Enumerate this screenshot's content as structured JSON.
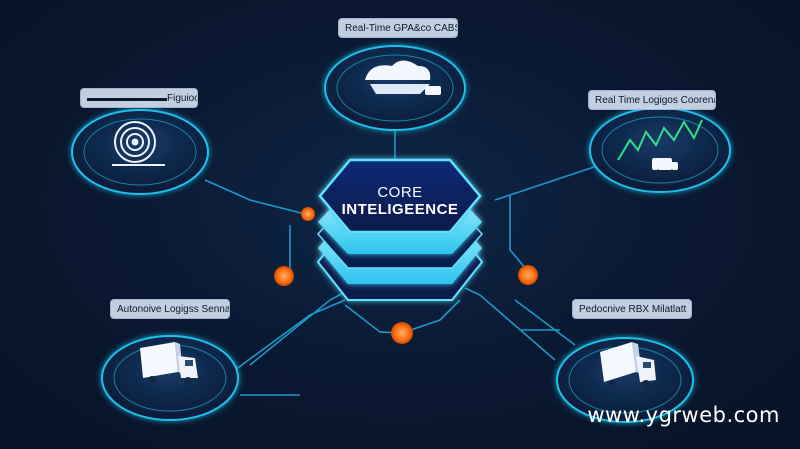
{
  "core": {
    "line1": "CORE",
    "line2": "INTELIGEENCE"
  },
  "nodes": {
    "top": {
      "label": "Real-Time GPA&co CABS",
      "icon": "cloud-truck-icon"
    },
    "left_top": {
      "label": "▬▬▬▬▬▬▬▬Figuioo",
      "icon": "target-icon"
    },
    "right_top": {
      "label": "Real Time Logigos Coorenation",
      "icon": "chart-truck-icon"
    },
    "left_bottom": {
      "label": "Autonoive Logigss Sennas",
      "icon": "truck-icon"
    },
    "right_bottom": {
      "label": "Pedocnive RBX Milatlatt",
      "icon": "truck-icon"
    }
  },
  "watermark": "www.ygrweb.com",
  "colors": {
    "background": "#0a1a33",
    "neon": "#22c8e8",
    "core_fill": "#0d2c6e",
    "core_glow": "#5fe3ff",
    "connector_dot": "#ff7a1a"
  }
}
